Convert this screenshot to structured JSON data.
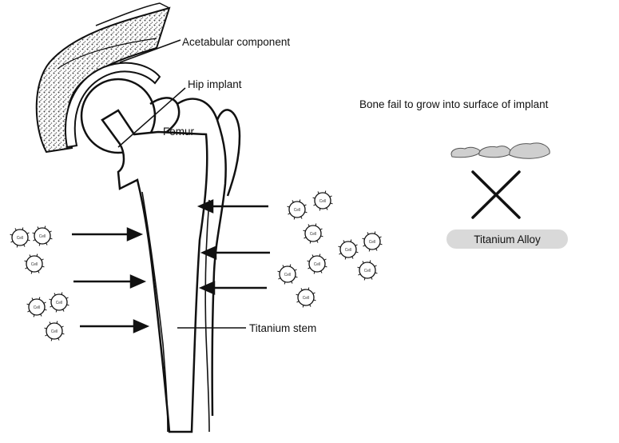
{
  "labels": {
    "acetabular_component": "Acetabular component",
    "hip_implant": "Hip implant",
    "femur": "Femur",
    "titanium_stem": "Titanium stem",
    "bone_fail": "Bone fail to grow into surface of implant",
    "titanium_alloy": "Titanium Alloy"
  },
  "cell_label": "Cell",
  "colors": {
    "line": "#111111",
    "bone_texture": "#4a4a4a",
    "pill": "#d9d9d9",
    "bone_growth": "#cfcfcf"
  },
  "icons": [
    "cell-icon",
    "arrow-icon",
    "cross-icon",
    "bone-growth-icon"
  ]
}
